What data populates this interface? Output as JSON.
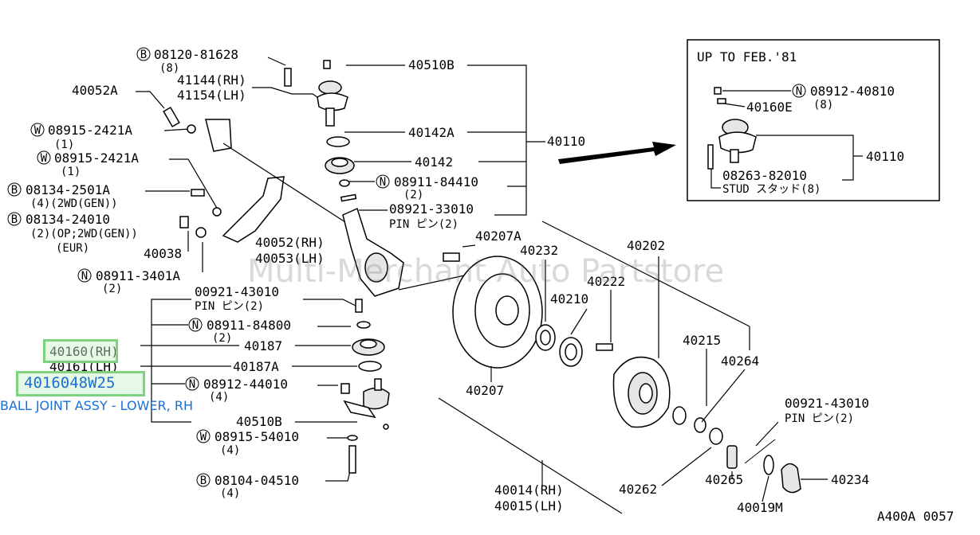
{
  "labels": {
    "b_08120": "08120-81628",
    "b_08120_qty": "(8)",
    "p_41144": "41144(RH)",
    "p_41154": "41154(LH)",
    "p_40052a": "40052A",
    "w_08915a": "08915-2421A",
    "w_08915a_qty": "(1)",
    "w_08915b": "08915-2421A",
    "w_08915b_qty": "(1)",
    "b_08134a": "08134-2501A",
    "b_08134a_qty": "(4)(2WD(GEN))",
    "b_08134b": "08134-24010",
    "b_08134b_qty": "(2)(OP;2WD(GEN))",
    "b_08134b_eur": "(EUR)",
    "p_40038": "40038",
    "p_40052_rh": "40052(RH)",
    "p_40053_lh": "40053(LH)",
    "n_08911_3401a": "08911-3401A",
    "n_08911_3401a_qty": "(2)",
    "p_40510b_top": "40510B",
    "p_40142a": "40142A",
    "p_40142": "40142",
    "n_08911_84410": "08911-84410",
    "n_08911_84410_qty": "(2)",
    "p_08921": "08921-33010",
    "p_08921_pin": "PIN ピン(2)",
    "p_40110": "40110",
    "p_40207a": "40207A",
    "p_40232": "40232",
    "p_40202": "40202",
    "p_40222": "40222",
    "p_40210": "40210",
    "p_40215": "40215",
    "p_40264": "40264",
    "p_40207": "40207",
    "p_00921_left": "00921-43010",
    "p_00921_left_pin": "PIN ピン(2)",
    "n_08911_84800": "08911-84800",
    "n_08911_84800_qty": "(2)",
    "p_40187": "40187",
    "p_40160_rh": "40160(RH)",
    "p_40161_lh": "40161(LH)",
    "p_40187a": "40187A",
    "n_08912_44010": "08912-44010",
    "n_08912_44010_qty": "(4)",
    "p_40510b_bottom": "40510B",
    "w_08915_54010": "08915-54010",
    "w_08915_54010_qty": "(4)",
    "b_08104": "08104-04510",
    "b_08104_qty": "(4)",
    "p_00921_right": "00921-43010",
    "p_00921_right_pin": "PIN ピン(2)",
    "p_40262": "40262",
    "p_40265": "40265",
    "p_40234": "40234",
    "p_40019m": "40019M",
    "p_40014_rh": "40014(RH)",
    "p_40015_lh": "40015(LH)",
    "ref_code": "A400A 0057"
  },
  "prefix_letters": {
    "b": "B",
    "w": "W",
    "n": "N"
  },
  "inset": {
    "title": "UP TO FEB.'81",
    "n_08912": "08912-40810",
    "n_08912_qty": "(8)",
    "p_40160e": "40160E",
    "p_40110": "40110",
    "p_08263": "08263-82010",
    "stud": "STUD スタッド(8)"
  },
  "highlight": {
    "part_number": "40160",
    "full_part_number": "4016048W25",
    "description": "BALL JOINT ASSY - LOWER, RH"
  },
  "watermark": "Multi-Merchant Auto Partstore"
}
